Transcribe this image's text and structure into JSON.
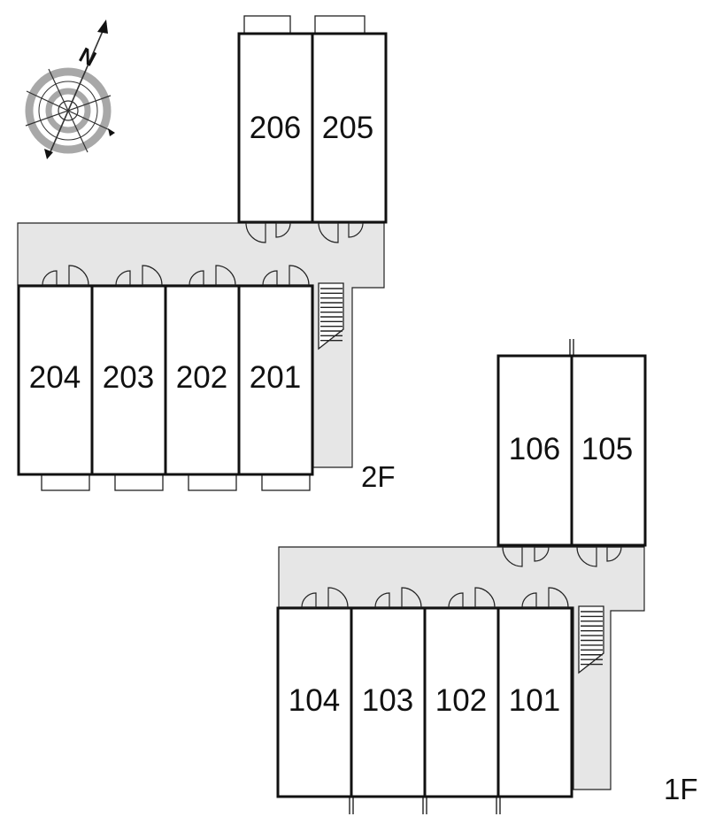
{
  "compass": {
    "north_label": "N",
    "icon": "compass-rose-icon"
  },
  "floors": [
    {
      "label": "2F",
      "units": [
        "201",
        "202",
        "203",
        "204",
        "205",
        "206"
      ]
    },
    {
      "label": "1F",
      "units": [
        "101",
        "102",
        "103",
        "104",
        "105",
        "106"
      ]
    }
  ],
  "colors": {
    "corridor": "#e6e6e6",
    "wall": "#111111",
    "compass_ring": "#a8a8a8"
  }
}
